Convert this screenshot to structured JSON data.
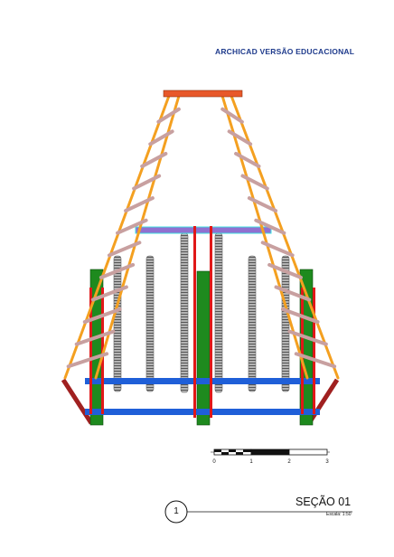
{
  "watermark": "ARCHICAD VERSÃO EDUCACIONAL",
  "section": {
    "title": "SEÇÃO 01",
    "scale": "Escala: 1:50",
    "reference": "1"
  },
  "scale_bar": {
    "labels": [
      "0",
      "1",
      "2",
      "3"
    ]
  },
  "colors": {
    "rafter": "#f4a020",
    "ridge_beam": "#e8582a",
    "batten": "#c8a0a0",
    "collar_beam": "#9070d0",
    "collar_beam_edge": "#40e0e0",
    "post": "#1e8a1e",
    "red_member": "#e01818",
    "blue_beam": "#1f5fd8",
    "grey_column": "#a8a8a8",
    "dark_strut": "#a02020"
  }
}
